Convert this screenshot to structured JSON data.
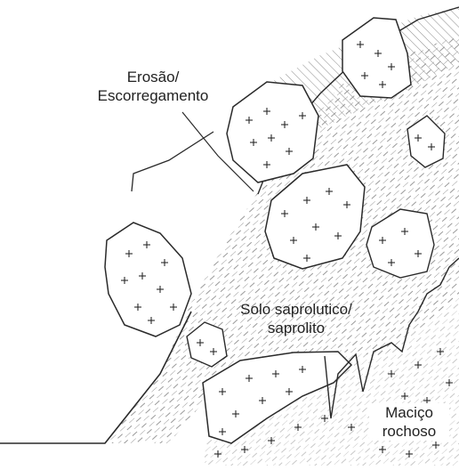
{
  "labels": {
    "erosion_line1": "Erosão/",
    "erosion_line2": "Escorregamento",
    "solo_line1": "Solo saprolutico/",
    "solo_line2": "saprolito",
    "macico_line1": "Maciço",
    "macico_line2": "rochoso"
  },
  "colors": {
    "ink": "#2a2a2a",
    "hatch": "#7a7a7a",
    "background": "#ffffff"
  }
}
